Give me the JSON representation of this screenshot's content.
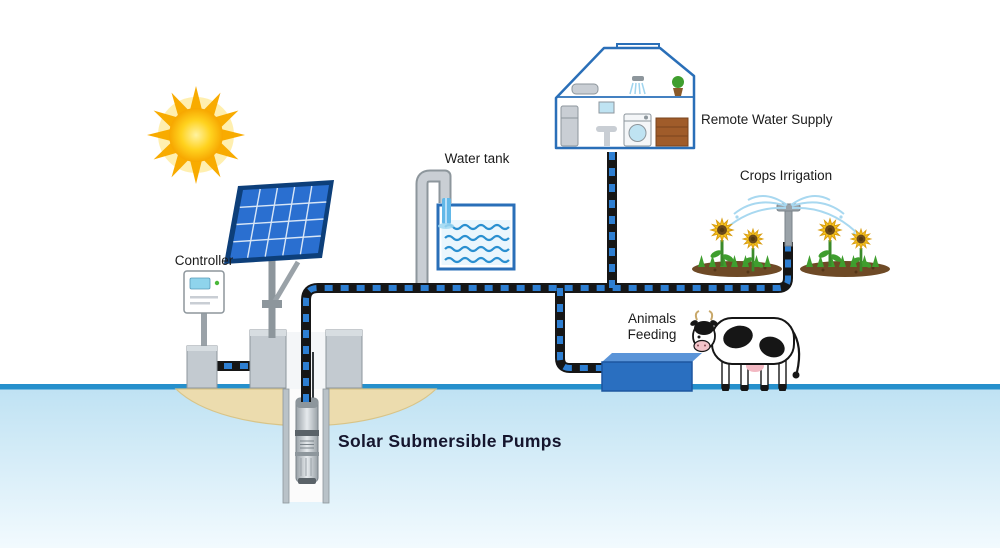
{
  "labels": {
    "title": "Solar Submersible Pumps",
    "controller": "Controller",
    "water_tank": "Water tank",
    "remote_water_supply": "Remote Water Supply",
    "crops_irrigation": "Crops Irrigation",
    "animals_feeding_line1": "Animals",
    "animals_feeding_line2": "Feeding"
  },
  "icons": {
    "sun": "sun-icon",
    "solar_panel": "solar-panel-icon",
    "controller_box": "controller-icon",
    "water_tank": "water-tank-icon",
    "inlet_pipe": "gray-inlet-pipe-icon",
    "house": "house-icon",
    "rooftop_tank": "rooftop-tank-icon",
    "sprinkler": "sprinkler-icon",
    "sunflowers": "sunflower-icon",
    "feeding_trough": "feeding-trough-icon",
    "cow": "cow-icon",
    "well": "well-icon",
    "submersible_pump": "submersible-pump-icon",
    "pipes": "pipe-network"
  },
  "colors": {
    "background": "#ffffff",
    "ground_line": "#2690cc",
    "ground_water_top": "#bfe2f3",
    "ground_water_bottom": "#f2fafe",
    "sand": "#ecdcae",
    "pipe_outline": "#161616",
    "pipe_blue": "#2e7fd2",
    "gray_pipe": "#c9ced4",
    "sun_core": "#ffd21e",
    "sun_rays": "#f8ab00",
    "panel_frame": "#0d3f7a",
    "panel_cell": "#2a6fd0",
    "house_outline": "#2a6fb8",
    "tank_border": "#2a6fb8",
    "water_wave": "#2a8fd0",
    "trough_front": "#2a6fc0",
    "soil_brown": "#6e4a26",
    "grass_green": "#3f9e2e",
    "sunflower_yellow": "#f5c21a",
    "sunflower_center": "#6b4a1a",
    "text": "#1b1b1b",
    "title_text": "#15152d"
  }
}
